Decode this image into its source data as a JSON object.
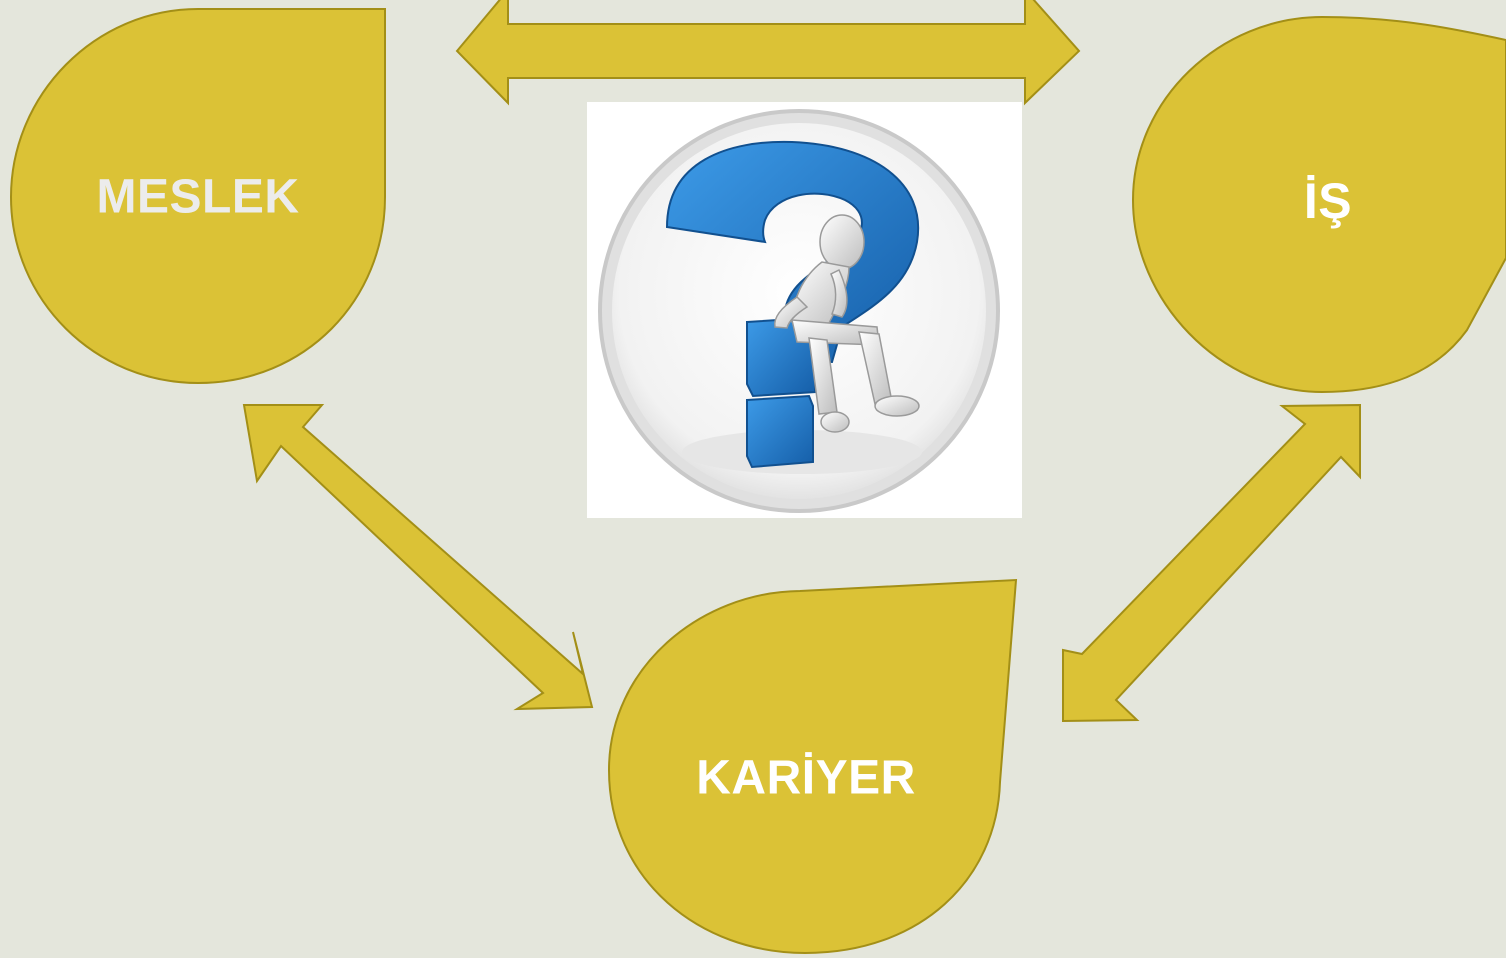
{
  "diagram": {
    "nodes": [
      {
        "id": "meslek",
        "label": "MESLEK"
      },
      {
        "id": "is",
        "label": "İŞ"
      },
      {
        "id": "kariyer",
        "label": "KARİYER"
      }
    ],
    "links": [
      {
        "from": "meslek",
        "to": "is",
        "direction": "bidirectional"
      },
      {
        "from": "meslek",
        "to": "kariyer",
        "direction": "bidirectional"
      },
      {
        "from": "is",
        "to": "kariyer",
        "direction": "bidirectional"
      }
    ],
    "center_image": "question-mark-person-icon"
  },
  "colors": {
    "background": "#e4e6dc",
    "shape_fill": "#dbc236",
    "shape_stroke": "#a38f17",
    "label_light": "#ececec",
    "label_white": "#ffffff",
    "question_blue": "#1f74c4"
  }
}
